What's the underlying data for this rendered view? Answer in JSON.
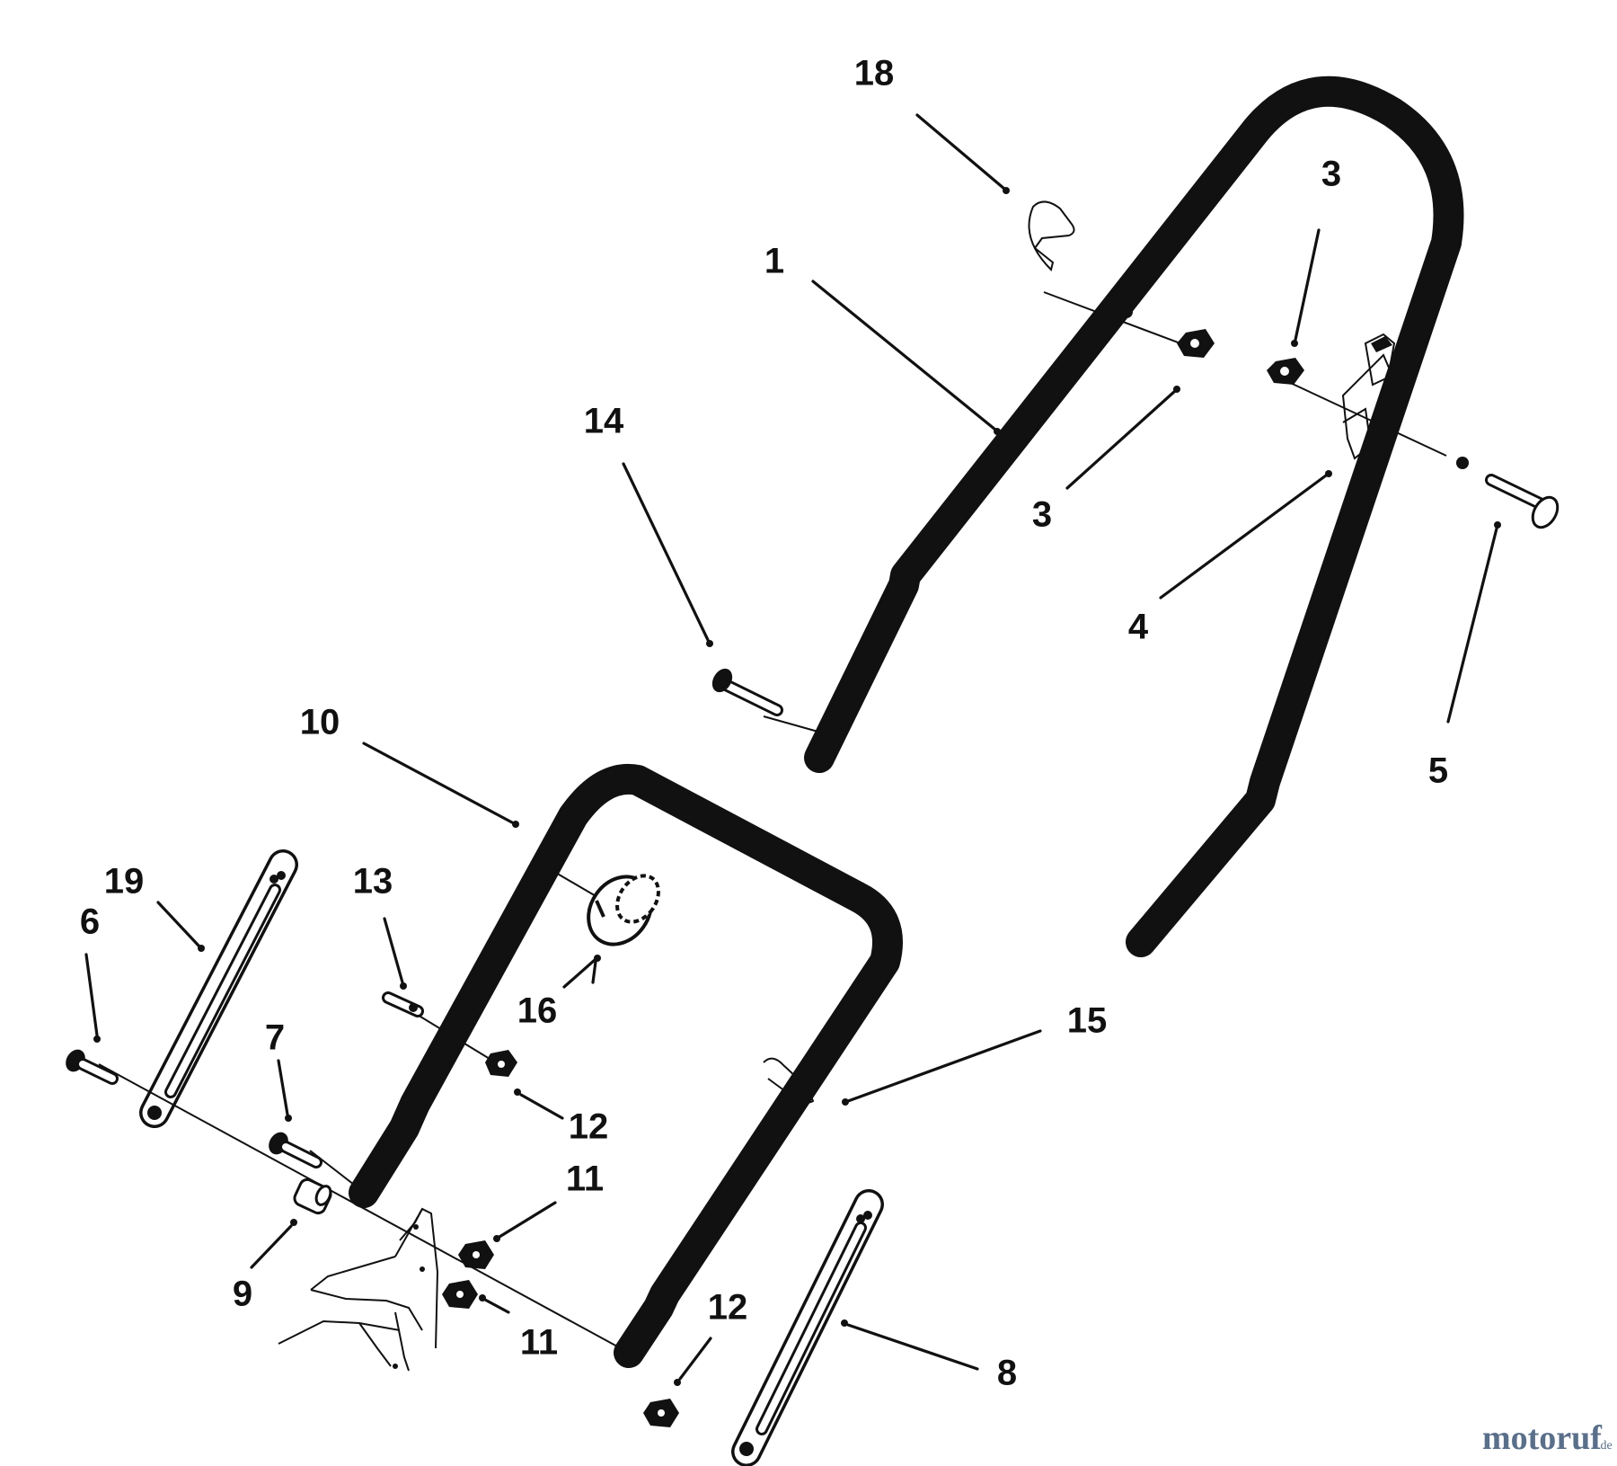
{
  "callouts": {
    "c1": "1",
    "c3a": "3",
    "c3b": "3",
    "c4": "4",
    "c5": "5",
    "c6": "6",
    "c7": "7",
    "c8": "8",
    "c9": "9",
    "c10": "10",
    "c11a": "11",
    "c11b": "11",
    "c12a": "12",
    "c12b": "12",
    "c13": "13",
    "c14": "14",
    "c15": "15",
    "c16": "16",
    "c18": "18",
    "c19": "19"
  },
  "watermark": {
    "main": "motoruf",
    "sub": ".de",
    "color": "#5a6f8a"
  },
  "colors": {
    "line": "#111111",
    "background": "#ffffff"
  }
}
